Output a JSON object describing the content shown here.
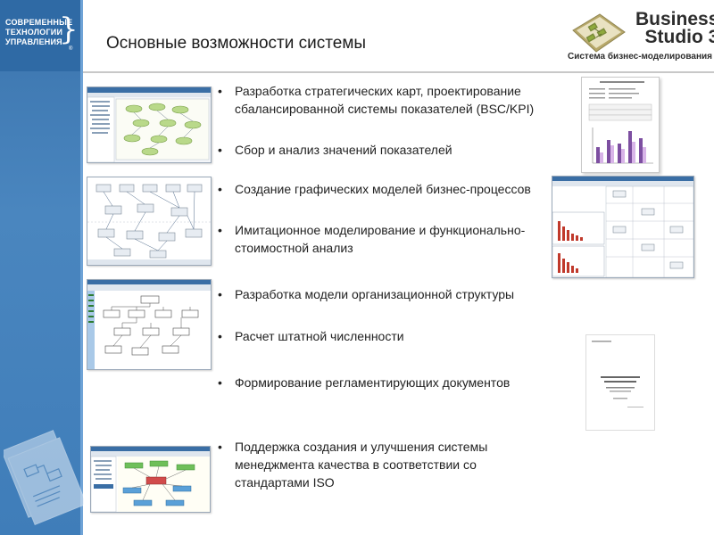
{
  "company_logo": {
    "lines": [
      "СОВРЕМЕННЫЕ",
      "ТЕХНОЛОГИИ",
      "УПРАВЛЕНИЯ"
    ],
    "brace": "}",
    "registered": "®"
  },
  "header": {
    "title": "Основные возможности системы"
  },
  "product_logo": {
    "name_line1": "Business",
    "name_line2": "Studio 3",
    "subtitle": "Система бизнес-моделирования"
  },
  "bullets": [
    {
      "text": "Разработка стратегических карт, проектирование сбалансированной системы показателей (BSC/KPI)"
    },
    {
      "text": "Сбор и анализ значений показателей"
    },
    {
      "text": "Создание графических моделей бизнес-процессов"
    },
    {
      "text": "Имитационное моделирование и функционально-стоимостной анализ"
    },
    {
      "text": "Разработка модели организационной структуры"
    },
    {
      "text": "Расчет штатной численности"
    },
    {
      "text": "Формирование регламентирующих документов"
    },
    {
      "text": "Поддержка создания и улучшения системы менеджмента качества в соответствии со стандартами ISO"
    }
  ],
  "bullet_symbol": "•",
  "colors": {
    "band": "#3b74ad",
    "band_dark": "#2f6aa5",
    "chart_purple": "#7d4fa1",
    "chart_red": "#c0392b",
    "diagram_green": "#7fbf6a"
  }
}
